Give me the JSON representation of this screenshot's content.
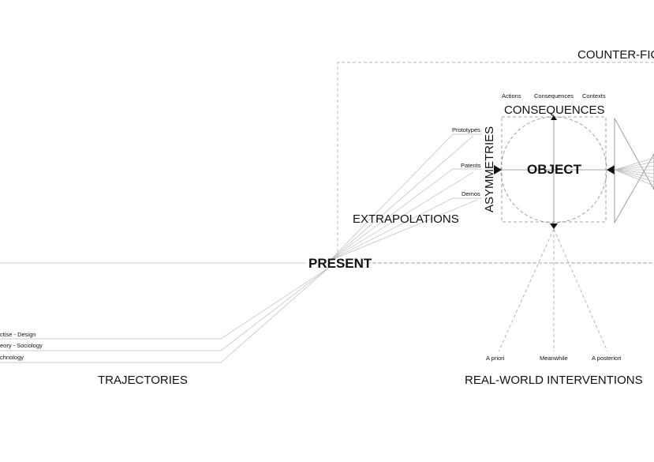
{
  "center": {
    "present": "PRESENT",
    "object": "OBJECT"
  },
  "sections": {
    "counter_fiction": "COUNTER-FIC",
    "consequences": "CONSEQUENCES",
    "asymmetries": "ASYMMETRIES",
    "extrapolations": "EXTRAPOLATIONS",
    "trajectories": "TRAJECTORIES",
    "real_world_interventions": "REAL-WORLD INTERVENTIONS"
  },
  "consequence_items": [
    "Actions",
    "Consequences",
    "Contexts"
  ],
  "asymmetry_items": [
    "Prototypes",
    "Patents",
    "Demos"
  ],
  "trajectory_items": [
    "ctise - Design",
    "eory - Sociology",
    "chnology"
  ],
  "intervention_items": [
    "A priori",
    "Meanwhile",
    "A posteriori"
  ]
}
